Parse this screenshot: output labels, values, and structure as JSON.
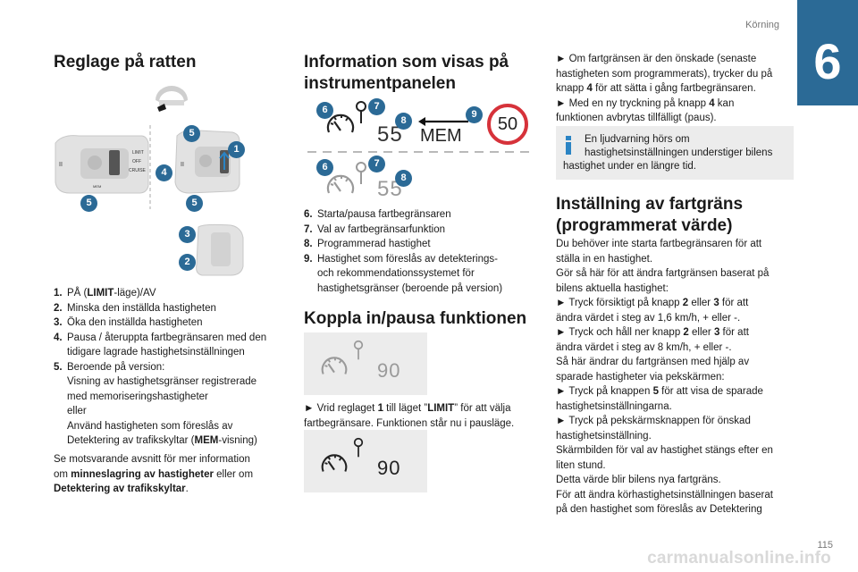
{
  "header": {
    "section": "Körning",
    "chapter_number": "6"
  },
  "footer": {
    "page_number": "115",
    "watermark": "carmanualsonline.info"
  },
  "col1": {
    "title": "Reglage på ratten",
    "illustration_labels": {
      "limit": "LIMIT",
      "off": "OFF",
      "cruise": "CRUISE",
      "mem": "MEM"
    },
    "badges": [
      "5",
      "1",
      "4",
      "5",
      "5",
      "3",
      "2"
    ],
    "items": [
      {
        "n": "1.",
        "lines": [
          "PÅ (",
          "LIMIT",
          "-läge)/AV"
        ]
      },
      {
        "n": "2.",
        "lines": [
          "Minska den inställda hastigheten"
        ]
      },
      {
        "n": "3.",
        "lines": [
          "Öka den inställda hastigheten"
        ]
      },
      {
        "n": "4.",
        "lines": [
          "Pausa / återuppta fartbegränsaren med den",
          "tidigare lagrade hastighetsinställningen"
        ]
      },
      {
        "n": "5.",
        "lines": [
          "Beroende på version:",
          "Visning av hastighetsgränser registrerade",
          "med memoriseringshastigheter",
          "eller",
          "Använd hastigheten som föreslås av",
          "Detektering av trafikskyltar ("
        ]
      }
    ],
    "item5_bold": "MEM",
    "item5_tail": "-visning)",
    "note": {
      "l1": "Se motsvarande avsnitt för mer information",
      "l2a": "om ",
      "l2b": "minneslagring av hastigheter",
      "l2c": " eller om",
      "l3a": "Detektering av trafikskyltar",
      "l3b": "."
    }
  },
  "col2": {
    "title_l1": "Information som visas på",
    "title_l2": "instrumentpanelen",
    "display": {
      "speed_active": "55",
      "mem": "MEM",
      "limit_sign": "50",
      "speed_inactive": "55"
    },
    "badges": {
      "b6": "6",
      "b7": "7",
      "b8": "8",
      "b9": "9"
    },
    "items": [
      {
        "n": "6.",
        "lines": [
          "Starta/pausa fartbegränsaren"
        ]
      },
      {
        "n": "7.",
        "lines": [
          "Val av fartbegränsarfunktion"
        ]
      },
      {
        "n": "8.",
        "lines": [
          "Programmerad hastighet"
        ]
      },
      {
        "n": "9.",
        "lines": [
          "Hastighet som föreslås av detekterings-",
          "och rekommendationssystemet för",
          "hastighetsgränser (beroende på version)"
        ]
      }
    ],
    "title2": "Koppla in/pausa funktionen",
    "screen1_speed": "90",
    "para": {
      "l1a": "► Vrid reglaget ",
      "l1b": "1",
      "l1c": " till läget ”",
      "l1d": "LIMIT",
      "l1e": "” för att välja",
      "l2": "fartbegränsare. Funktionen står nu i pausläge."
    },
    "screen2_speed": "90"
  },
  "col3": {
    "intro": {
      "l1": "► Om fartgränsen är den önskade (senaste",
      "l2": "hastigheten som programmerats), trycker du på",
      "l3a": "knapp ",
      "l3b": "4",
      "l3c": " för att sätta i gång fartbegränsaren.",
      "l4a": "► Med en ny tryckning på knapp ",
      "l4b": "4",
      "l4c": " kan",
      "l5": "funktionen avbrytas tillfälligt (paus)."
    },
    "info": {
      "l1": "En ljudvarning hörs om",
      "l2": "hastighetsinställningen understiger bilens",
      "l3": "hastighet under en längre tid."
    },
    "title_l1": "Inställning av fartgräns",
    "title_l2": "(programmerat värde)",
    "body": [
      "Du behöver inte starta fartbegränsaren för att",
      "ställa in en hastighet.",
      "Gör så här för att ändra fartgränsen baserat på",
      "bilens aktuella hastighet:"
    ],
    "step1": {
      "a": "► Tryck försiktigt på knapp ",
      "b": "2",
      "c": " eller ",
      "d": "3",
      "e": " för att",
      "f": "ändra värdet i steg av 1,6 km/h, + eller -."
    },
    "step2": {
      "a": "► Tryck och håll ner knapp ",
      "b": "2",
      "c": " eller ",
      "d": "3",
      "e": " för att",
      "f": "ändra värdet i steg av 8 km/h, + eller -."
    },
    "body2": [
      "Så här ändrar du fartgränsen med hjälp av",
      "sparade hastigheter via pekskärmen:"
    ],
    "step3": {
      "a": "► Tryck på knappen ",
      "b": "5",
      "c": " för att visa de sparade",
      "d": "hastighetsinställningarna."
    },
    "step4": {
      "a": "► Tryck på pekskärmsknappen för önskad",
      "b": "hastighetsinställning."
    },
    "body3": [
      "Skärmbilden för val av hastighet stängs efter en",
      "liten stund.",
      "Detta värde blir bilens nya fartgräns.",
      "För att ändra körhastighetsinställningen baserat",
      "på den hastighet som föreslås av Detektering"
    ]
  }
}
